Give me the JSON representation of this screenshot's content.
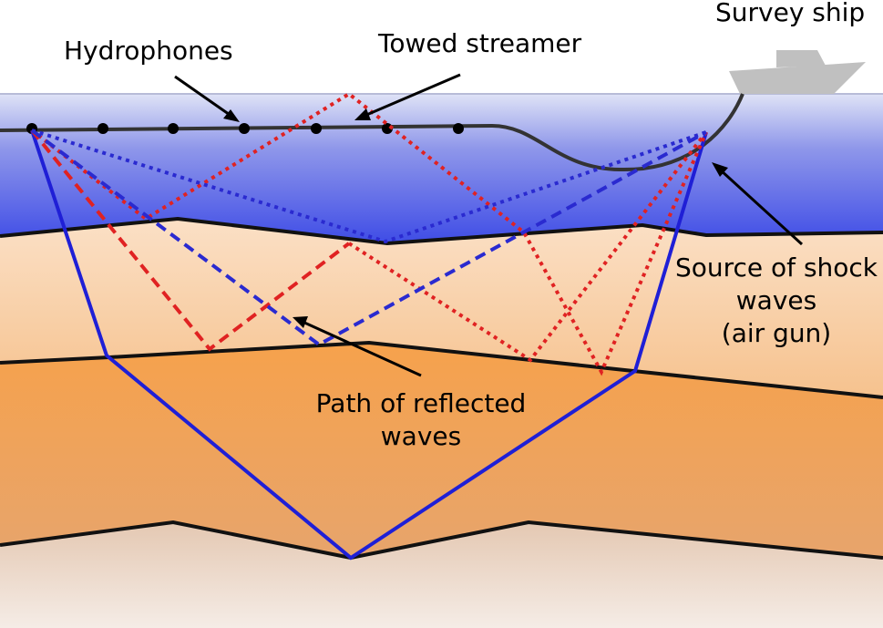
{
  "labels": {
    "survey_ship": "Survey ship",
    "hydrophones": "Hydrophones",
    "towed_streamer": "Towed streamer",
    "source": [
      "Source of shock",
      "waves",
      "(air gun)"
    ],
    "reflected": [
      "Path of reflected",
      "waves"
    ]
  },
  "colors": {
    "refracted_path": "#1f1fd6",
    "reflected_red": "#e02222",
    "reflected_blue": "#2a2ad0",
    "ship": "#c0c0c0",
    "layer_line": "#111111"
  }
}
